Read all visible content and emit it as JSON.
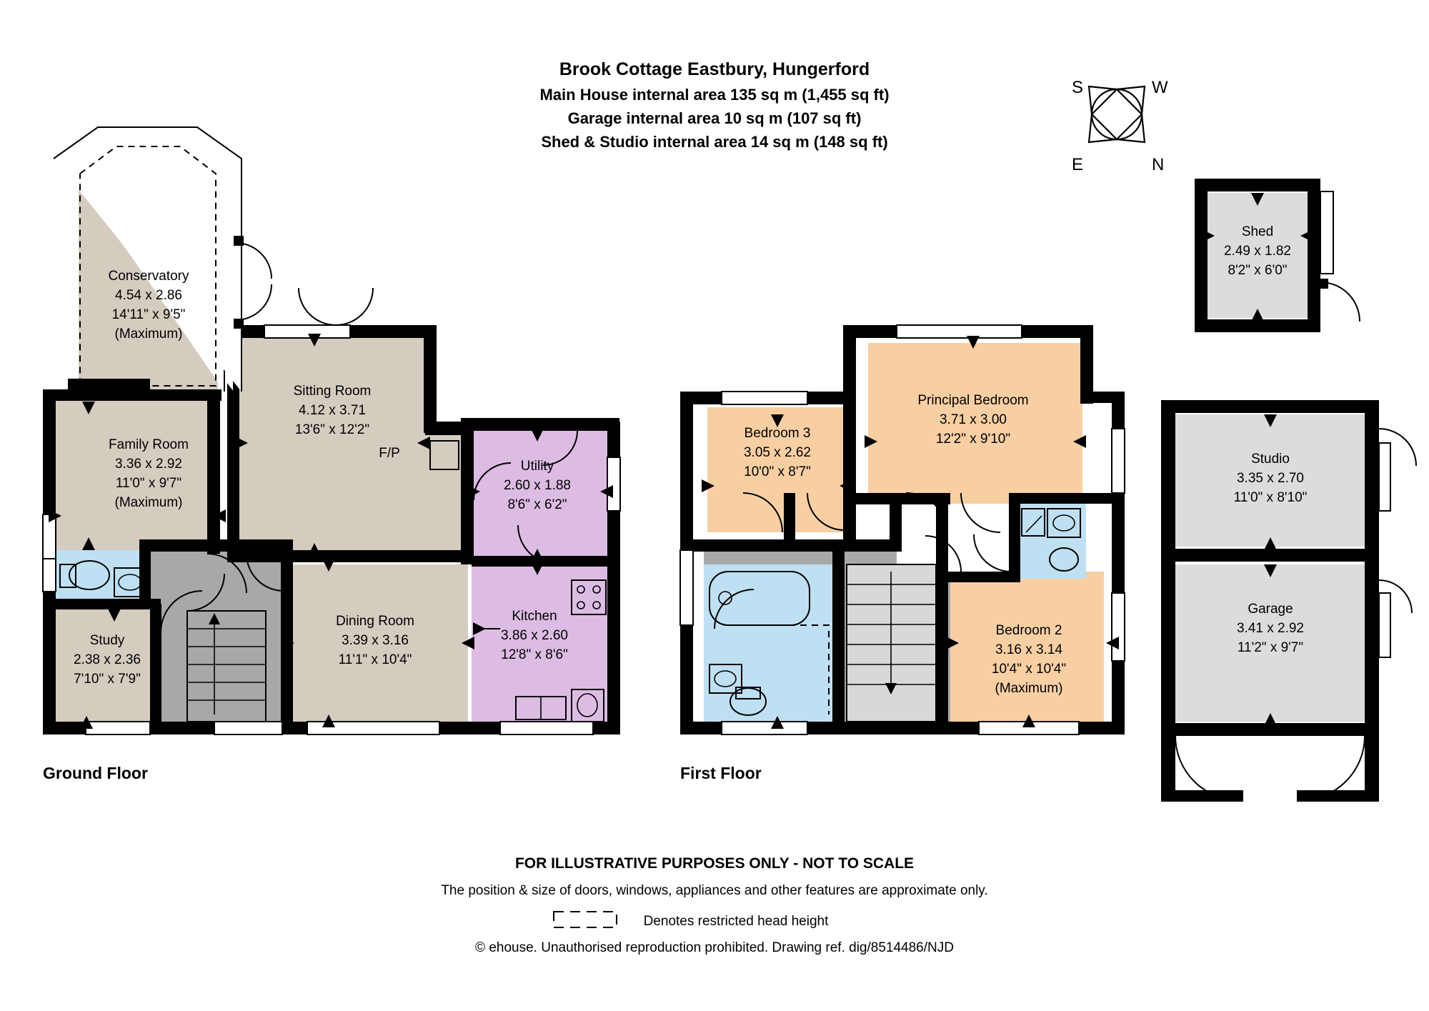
{
  "header": {
    "title": "Brook Cottage Eastbury, Hungerford",
    "line2": "Main House internal area 135 sq m (1,455 sq ft)",
    "line3": "Garage internal area 10 sq m (107 sq ft)",
    "line4": "Shed & Studio internal area 14 sq m (148 sq ft)"
  },
  "compass": {
    "top_left": "S",
    "top_right": "W",
    "bottom_left": "E",
    "bottom_right": "N"
  },
  "floors": {
    "ground_label": "Ground Floor",
    "first_label": "First Floor"
  },
  "rooms": {
    "conservatory": {
      "name": "Conservatory",
      "metric": "4.54 x 2.86",
      "imperial": "14'11\" x 9'5\"",
      "note": "(Maximum)"
    },
    "family_room": {
      "name": "Family Room",
      "metric": "3.36 x 2.92",
      "imperial": "11'0\" x 9'7\"",
      "note": "(Maximum)"
    },
    "sitting_room": {
      "name": "Sitting Room",
      "metric": "4.12 x 3.71",
      "imperial": "13'6\" x 12'2\"",
      "note": ""
    },
    "study": {
      "name": "Study",
      "metric": "2.38 x 2.36",
      "imperial": "7'10\" x 7'9\"",
      "note": ""
    },
    "dining_room": {
      "name": "Dining Room",
      "metric": "3.39 x 3.16",
      "imperial": "11'1\" x 10'4\"",
      "note": ""
    },
    "kitchen": {
      "name": "Kitchen",
      "metric": "3.86 x 2.60",
      "imperial": "12'8\" x 8'6\"",
      "note": ""
    },
    "utility": {
      "name": "Utility",
      "metric": "2.60 x 1.88",
      "imperial": "8'6\" x 6'2\"",
      "note": ""
    },
    "fireplace": {
      "name": "F/P"
    },
    "principal_bedroom": {
      "name": "Principal Bedroom",
      "metric": "3.71 x 3.00",
      "imperial": "12'2\" x 9'10\"",
      "note": ""
    },
    "bedroom_2": {
      "name": "Bedroom 2",
      "metric": "3.16 x 3.14",
      "imperial": "10'4\" x 10'4\"",
      "note": "(Maximum)"
    },
    "bedroom_3": {
      "name": "Bedroom 3",
      "metric": "3.05 x 2.62",
      "imperial": "10'0\" x 8'7\"",
      "note": ""
    },
    "shed": {
      "name": "Shed",
      "metric": "2.49 x 1.82",
      "imperial": "8'2\" x 6'0\"",
      "note": ""
    },
    "studio": {
      "name": "Studio",
      "metric": "3.35 x 2.70",
      "imperial": "11'0\" x 8'10\"",
      "note": ""
    },
    "garage": {
      "name": "Garage",
      "metric": "3.41 x 2.92",
      "imperial": "11'2\" x 9'7\"",
      "note": ""
    }
  },
  "footer": {
    "line1": "FOR ILLUSTRATIVE PURPOSES ONLY - NOT TO SCALE",
    "line2": "The position & size of doors, windows, appliances and other features are approximate only.",
    "line3": "Denotes restricted head height",
    "line4": "© ehouse. Unauthorised reproduction prohibited. Drawing ref. dig/8514486/NJD"
  },
  "colors": {
    "living": "#d5ccc0",
    "kitchen_utility": "#ddbce4",
    "bedroom": "#f8cfa3",
    "bathroom": "#bfe0f2",
    "hall": "#a8a8a8",
    "outbuilding": "#dcdcdc",
    "wall": "#000000"
  }
}
